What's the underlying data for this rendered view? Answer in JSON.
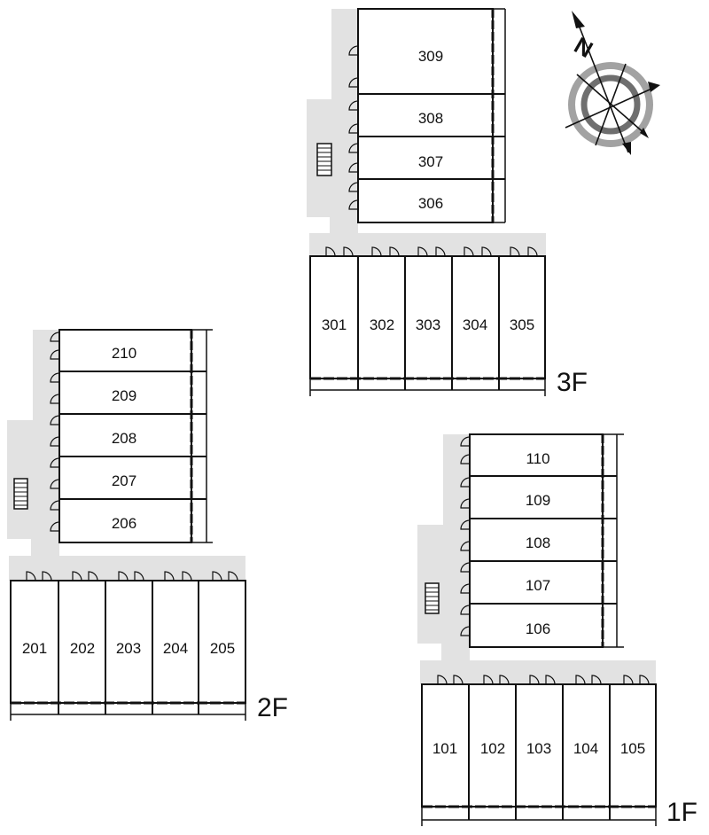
{
  "colors": {
    "corridor": "#e2e2e2",
    "line": "#111111",
    "compass_ring_outer": "#9a9a9a",
    "compass_ring_inner": "#6f6f6f"
  },
  "icons": [
    "stairs-icon",
    "door-icon",
    "compass-icon"
  ],
  "compass": {
    "north_label": "N"
  },
  "floors": [
    {
      "label": "3F",
      "side_units": [
        "309",
        "308",
        "307",
        "306"
      ],
      "front_units": [
        "301",
        "302",
        "303",
        "304",
        "305"
      ]
    },
    {
      "label": "2F",
      "side_units": [
        "210",
        "209",
        "208",
        "207",
        "206"
      ],
      "front_units": [
        "201",
        "202",
        "203",
        "204",
        "205"
      ]
    },
    {
      "label": "1F",
      "side_units": [
        "110",
        "109",
        "108",
        "107",
        "106"
      ],
      "front_units": [
        "101",
        "102",
        "103",
        "104",
        "105"
      ]
    }
  ]
}
